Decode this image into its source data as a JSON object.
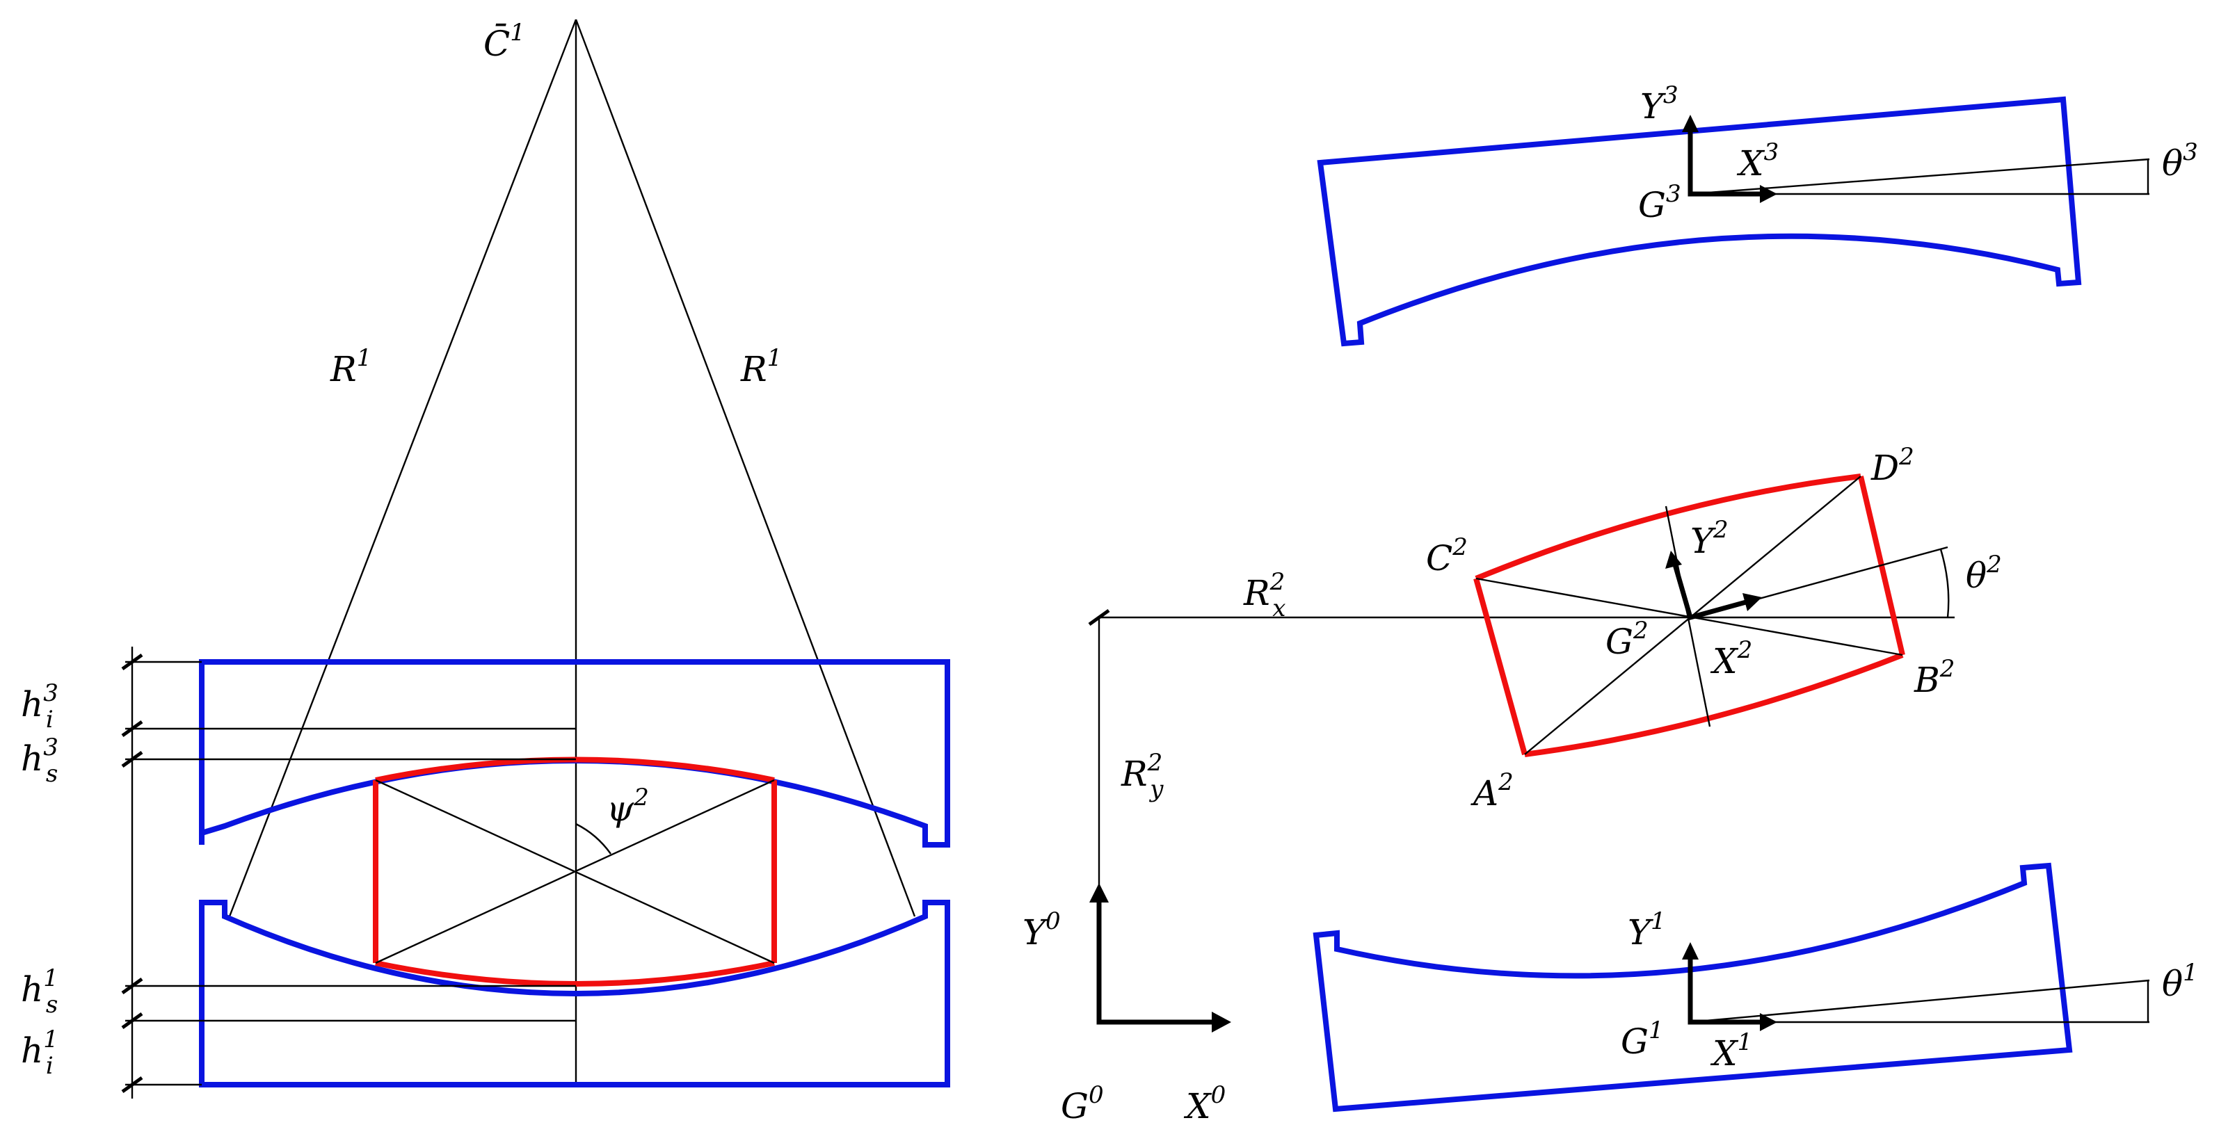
{
  "labels": {
    "apex": {
      "base": "C̄",
      "sup": "1"
    },
    "radius_left": {
      "base": "R",
      "sup": "1"
    },
    "radius_right": {
      "base": "R",
      "sup": "1"
    },
    "psi": {
      "base": "ψ",
      "sup": "2"
    },
    "h_i3": {
      "base": "h",
      "sup": "3",
      "sub": "i"
    },
    "h_s3": {
      "base": "h",
      "sup": "3",
      "sub": "s"
    },
    "h_s1": {
      "base": "h",
      "sup": "1",
      "sub": "s"
    },
    "h_i1": {
      "base": "h",
      "sup": "1",
      "sub": "i"
    },
    "Rx": {
      "base": "R",
      "sup": "2",
      "sub": "x"
    },
    "Ry": {
      "base": "R",
      "sup": "2",
      "sub": "y"
    },
    "G0": {
      "base": "G",
      "sup": "0"
    },
    "X0": {
      "base": "X",
      "sup": "0"
    },
    "Y0": {
      "base": "Y",
      "sup": "0"
    },
    "G1": {
      "base": "G",
      "sup": "1"
    },
    "X1": {
      "base": "X",
      "sup": "1"
    },
    "Y1": {
      "base": "Y",
      "sup": "1"
    },
    "theta1": {
      "base": "θ",
      "sup": "1"
    },
    "G2": {
      "base": "G",
      "sup": "2"
    },
    "X2": {
      "base": "X",
      "sup": "2"
    },
    "Y2": {
      "base": "Y",
      "sup": "2"
    },
    "theta2": {
      "base": "θ",
      "sup": "2"
    },
    "A2": {
      "base": "A",
      "sup": "2"
    },
    "B2": {
      "base": "B",
      "sup": "2"
    },
    "C2": {
      "base": "C",
      "sup": "2"
    },
    "D2": {
      "base": "D",
      "sup": "2"
    },
    "G3": {
      "base": "G",
      "sup": "3"
    },
    "X3": {
      "base": "X",
      "sup": "3"
    },
    "Y3": {
      "base": "Y",
      "sup": "3"
    },
    "theta3": {
      "base": "θ",
      "sup": "3"
    }
  },
  "colors": {
    "outer_blocks": "#0a14e0",
    "inner_element": "#f00f0f",
    "lines": "#000000"
  }
}
